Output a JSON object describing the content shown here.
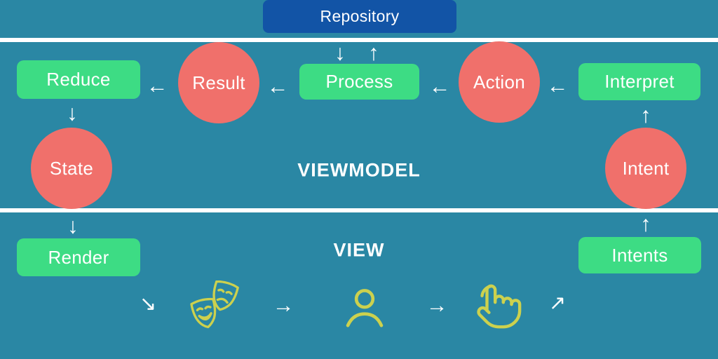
{
  "colors": {
    "background": "#2a87a4",
    "repository_blue": "#1254a6",
    "node_green": "#3ddc84",
    "node_red": "#f0706b",
    "icon_yellow": "#ccd14e",
    "divider_white": "#ffffff",
    "text_white": "#ffffff"
  },
  "nodes": {
    "repository": {
      "label": "Repository",
      "shape": "rectangle",
      "color": "blue"
    },
    "reduce": {
      "label": "Reduce",
      "shape": "rectangle",
      "color": "green"
    },
    "result": {
      "label": "Result",
      "shape": "circle",
      "color": "red"
    },
    "process": {
      "label": "Process",
      "shape": "rectangle",
      "color": "green"
    },
    "action": {
      "label": "Action",
      "shape": "circle",
      "color": "red"
    },
    "interpret": {
      "label": "Interpret",
      "shape": "rectangle",
      "color": "green"
    },
    "state": {
      "label": "State",
      "shape": "circle",
      "color": "red"
    },
    "intent": {
      "label": "Intent",
      "shape": "circle",
      "color": "red"
    },
    "render": {
      "label": "Render",
      "shape": "rectangle",
      "color": "green"
    },
    "intents": {
      "label": "Intents",
      "shape": "rectangle",
      "color": "green"
    }
  },
  "bands": {
    "viewmodel": {
      "label": "VIEWMODEL"
    },
    "view": {
      "label": "VIEW"
    }
  },
  "glyphs": {
    "arrow_left": "←",
    "arrow_right": "→",
    "arrow_up": "↑",
    "arrow_down": "↓",
    "arrow_down_right": "↘",
    "arrow_up_right": "↗"
  },
  "view_icons": [
    "theater-masks-icon",
    "person-icon",
    "tap-hand-icon"
  ]
}
